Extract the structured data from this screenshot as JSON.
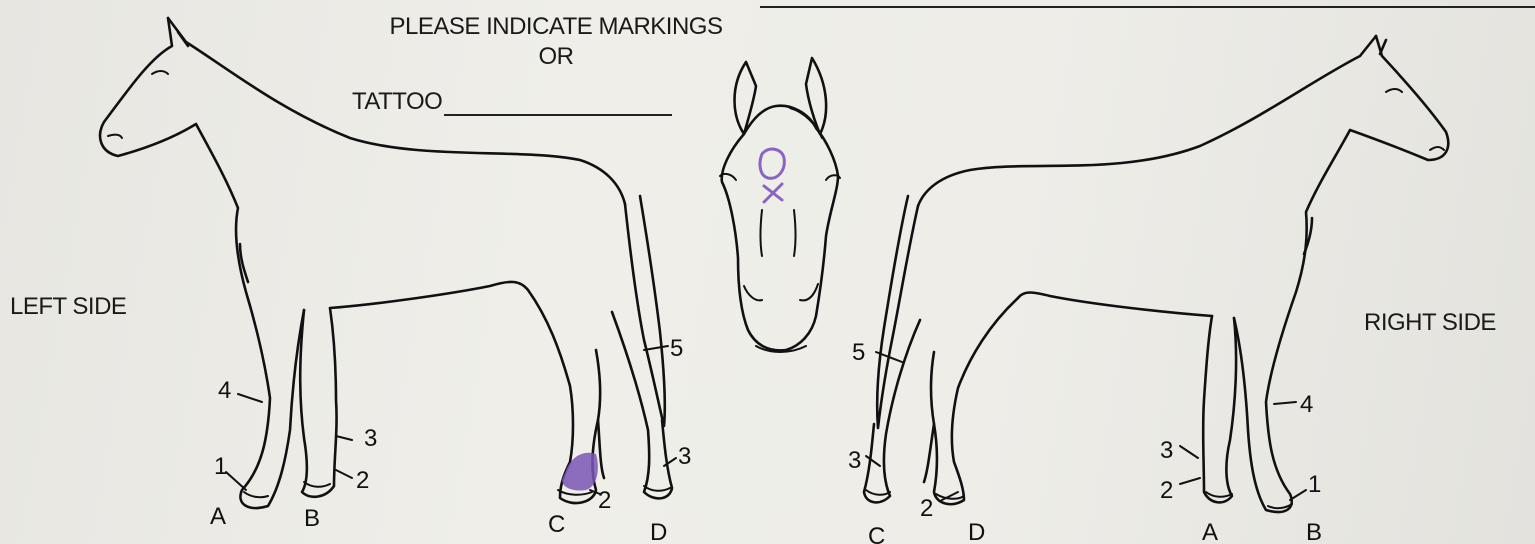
{
  "header": {
    "line1": "PLEASE INDICATE MARKINGS",
    "line2": "OR"
  },
  "tattoo": {
    "label": "TATTOO"
  },
  "left_side_label": "LEFT SIDE",
  "right_side_label": "RIGHT SIDE",
  "left_horse": {
    "leg_letters": [
      "A",
      "B",
      "C",
      "D"
    ],
    "region_numbers": [
      "1",
      "2",
      "3",
      "4",
      "2",
      "3",
      "5"
    ]
  },
  "right_horse": {
    "leg_letters": [
      "C",
      "D",
      "A",
      "B"
    ],
    "region_numbers": [
      "5",
      "3",
      "2",
      "3",
      "2",
      "4",
      "1"
    ]
  },
  "colors": {
    "ink": "#111111",
    "marking_ink": "#7a55b5",
    "paper": "#ecebe6"
  }
}
